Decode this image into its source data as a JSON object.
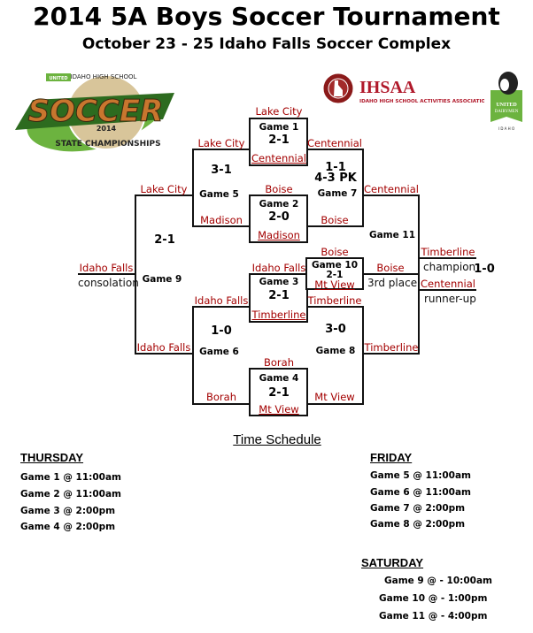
{
  "header": {
    "title": "2014 5A Boys Soccer Tournament",
    "subtitle": "October 23 - 25 Idaho Falls Soccer Complex"
  },
  "logos": {
    "soccer": {
      "top": "IDAHO HIGH SCHOOL",
      "word": "SOCCER",
      "year": "2014",
      "bottom": "STATE CHAMPIONSHIPS",
      "sponsor": "UNITED DAIRYMEN"
    },
    "ihsaa": {
      "name": "IHSAA",
      "full": "IDAHO HIGH SCHOOL ACTIVITIES ASSOCIATION"
    },
    "dairymen": {
      "line1": "UNITED",
      "line2": "DAIRYMEN",
      "line3": "of IDAHO"
    }
  },
  "bracket": {
    "game1": {
      "label": "Game 1",
      "score": "2-1",
      "top": "Lake City",
      "bottom": "Centennial"
    },
    "game2": {
      "label": "Game 2",
      "score": "2-0",
      "top": "Boise",
      "bottom": "Madison"
    },
    "game3": {
      "label": "Game 3",
      "score": "2-1",
      "top": "Idaho Falls",
      "bottom": "Timberline"
    },
    "game4": {
      "label": "Game 4",
      "score": "2-1",
      "top": "Borah",
      "bottom": "Mt View"
    },
    "game5": {
      "label": "Game 5",
      "score": "3-1",
      "top": "Lake City",
      "bottom": "Madison"
    },
    "game6": {
      "label": "Game 6",
      "score": "1-0",
      "top": "Idaho Falls",
      "bottom": "Borah"
    },
    "game7": {
      "label": "Game 7",
      "score": "1-1",
      "pk": "4-3 PK",
      "top": "Centennial",
      "bottom": "Boise"
    },
    "game8": {
      "label": "Game 8",
      "score": "3-0",
      "top": "Timberline",
      "bottom": "Mt View"
    },
    "game9": {
      "label": "Game 9",
      "score": "2-1",
      "top": "Lake City",
      "bottom": "Idaho Falls",
      "winner": "Idaho Falls",
      "note": "consolation"
    },
    "game10": {
      "label": "Game 10",
      "score": "2-1",
      "top": "Boise",
      "bottom": "Mt View",
      "winner": "Boise",
      "note": "3rd place"
    },
    "game11": {
      "label": "Game 11",
      "score": "1-0",
      "top": "Centennial",
      "bottom": "Timberline",
      "champion": "Timberline",
      "champion_note": "champion",
      "runner_up": "Centennial",
      "runner_up_note": "runner-up"
    }
  },
  "schedule": {
    "title": "Time Schedule",
    "thursday": {
      "label": "THURSDAY",
      "games": [
        "Game 1 @ 11:00am",
        "Game 2 @ 11:00am",
        "Game 3 @ 2:00pm",
        "Game 4 @ 2:00pm"
      ]
    },
    "friday": {
      "label": "FRIDAY",
      "games": [
        "Game 5 @ 11:00am",
        "Game 6 @ 11:00am",
        "Game 7 @ 2:00pm",
        "Game 8 @ 2:00pm"
      ]
    },
    "saturday": {
      "label": "SATURDAY",
      "games": [
        "Game 9 @ - 10:00am",
        "Game 10 @ - 1:00pm",
        "Game 11 @ - 4:00pm"
      ]
    }
  }
}
